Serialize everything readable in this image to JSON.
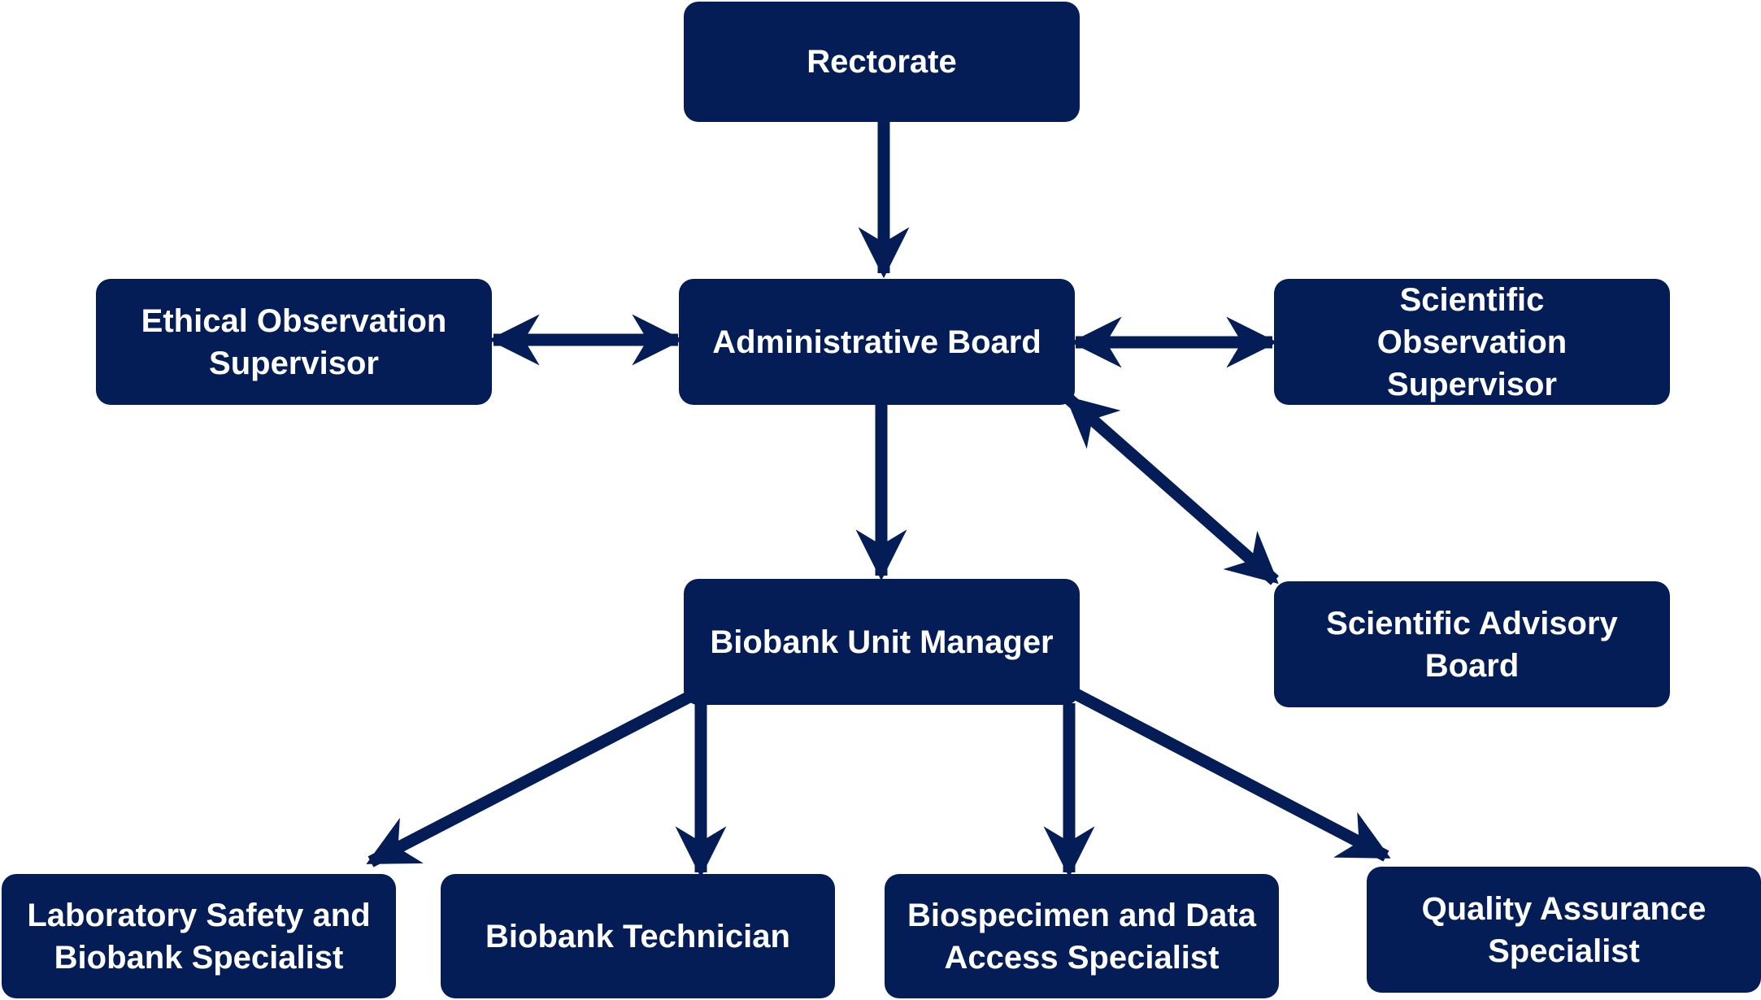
{
  "colors": {
    "node_fill": "#041d57",
    "node_text": "#ffffff",
    "connector": "#041d57",
    "background": "#ffffff"
  },
  "nodes": {
    "rectorate": {
      "label": "Rectorate"
    },
    "administrative_board": {
      "label": "Administrative Board"
    },
    "ethical_observation_supervisor": {
      "label": "Ethical Observation Supervisor"
    },
    "scientific_observation_supervisor": {
      "label": "Scientific Observation Supervisor"
    },
    "scientific_advisory_board": {
      "label": "Scientific Advisory Board"
    },
    "biobank_unit_manager": {
      "label": "Biobank Unit Manager"
    },
    "laboratory_safety_specialist": {
      "label": "Laboratory Safety and Biobank Specialist"
    },
    "biobank_technician": {
      "label": "Biobank Technician"
    },
    "biospecimen_data_access_specialist": {
      "label": "Biospecimen and Data Access Specialist"
    },
    "quality_assurance_specialist": {
      "label": "Quality Assurance Specialist"
    }
  },
  "edges": [
    {
      "from": "rectorate",
      "to": "administrative_board",
      "direction": "forward"
    },
    {
      "from": "ethical_observation_supervisor",
      "to": "administrative_board",
      "direction": "both"
    },
    {
      "from": "administrative_board",
      "to": "scientific_observation_supervisor",
      "direction": "both"
    },
    {
      "from": "administrative_board",
      "to": "scientific_advisory_board",
      "direction": "both"
    },
    {
      "from": "administrative_board",
      "to": "biobank_unit_manager",
      "direction": "forward"
    },
    {
      "from": "biobank_unit_manager",
      "to": "laboratory_safety_specialist",
      "direction": "forward"
    },
    {
      "from": "biobank_unit_manager",
      "to": "biobank_technician",
      "direction": "forward"
    },
    {
      "from": "biobank_unit_manager",
      "to": "biospecimen_data_access_specialist",
      "direction": "forward"
    },
    {
      "from": "biobank_unit_manager",
      "to": "quality_assurance_specialist",
      "direction": "forward"
    }
  ]
}
